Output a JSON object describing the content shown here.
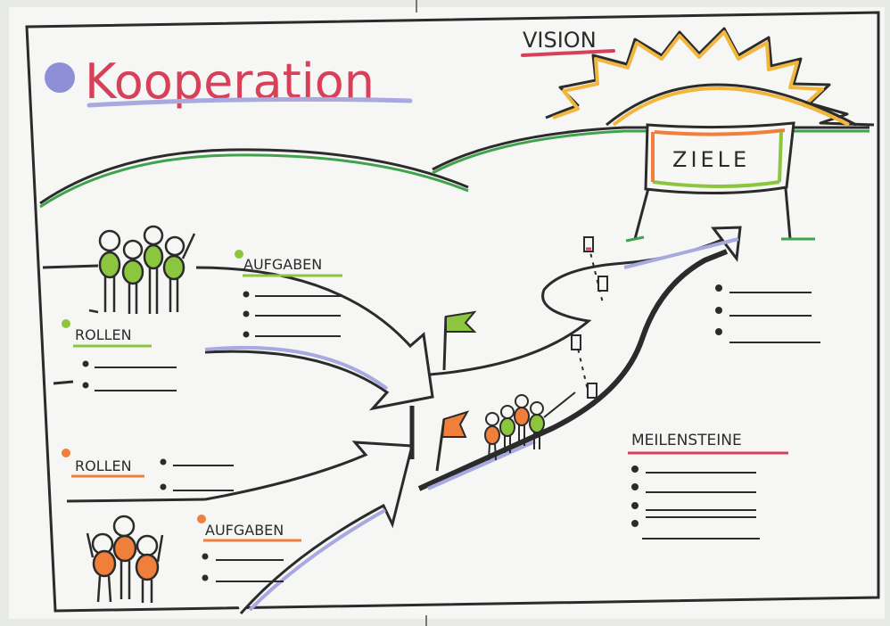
{
  "title": "Kooperation",
  "vision_label": "VISION",
  "goals_label": "ZIELE",
  "milestones_label": "MEILENSTEINE",
  "group_green": {
    "tasks_label": "AUFGABEN",
    "roles_label": "ROLLEN"
  },
  "group_orange": {
    "roles_label": "ROLLEN",
    "tasks_label": "AUFGABEN"
  },
  "colors": {
    "title": "#d8405a",
    "green": "#8cc63f",
    "orange": "#f07f3c",
    "sun": "#f2b63c",
    "accent_purple": "#8e8fd6",
    "red_line": "#d8405a"
  }
}
